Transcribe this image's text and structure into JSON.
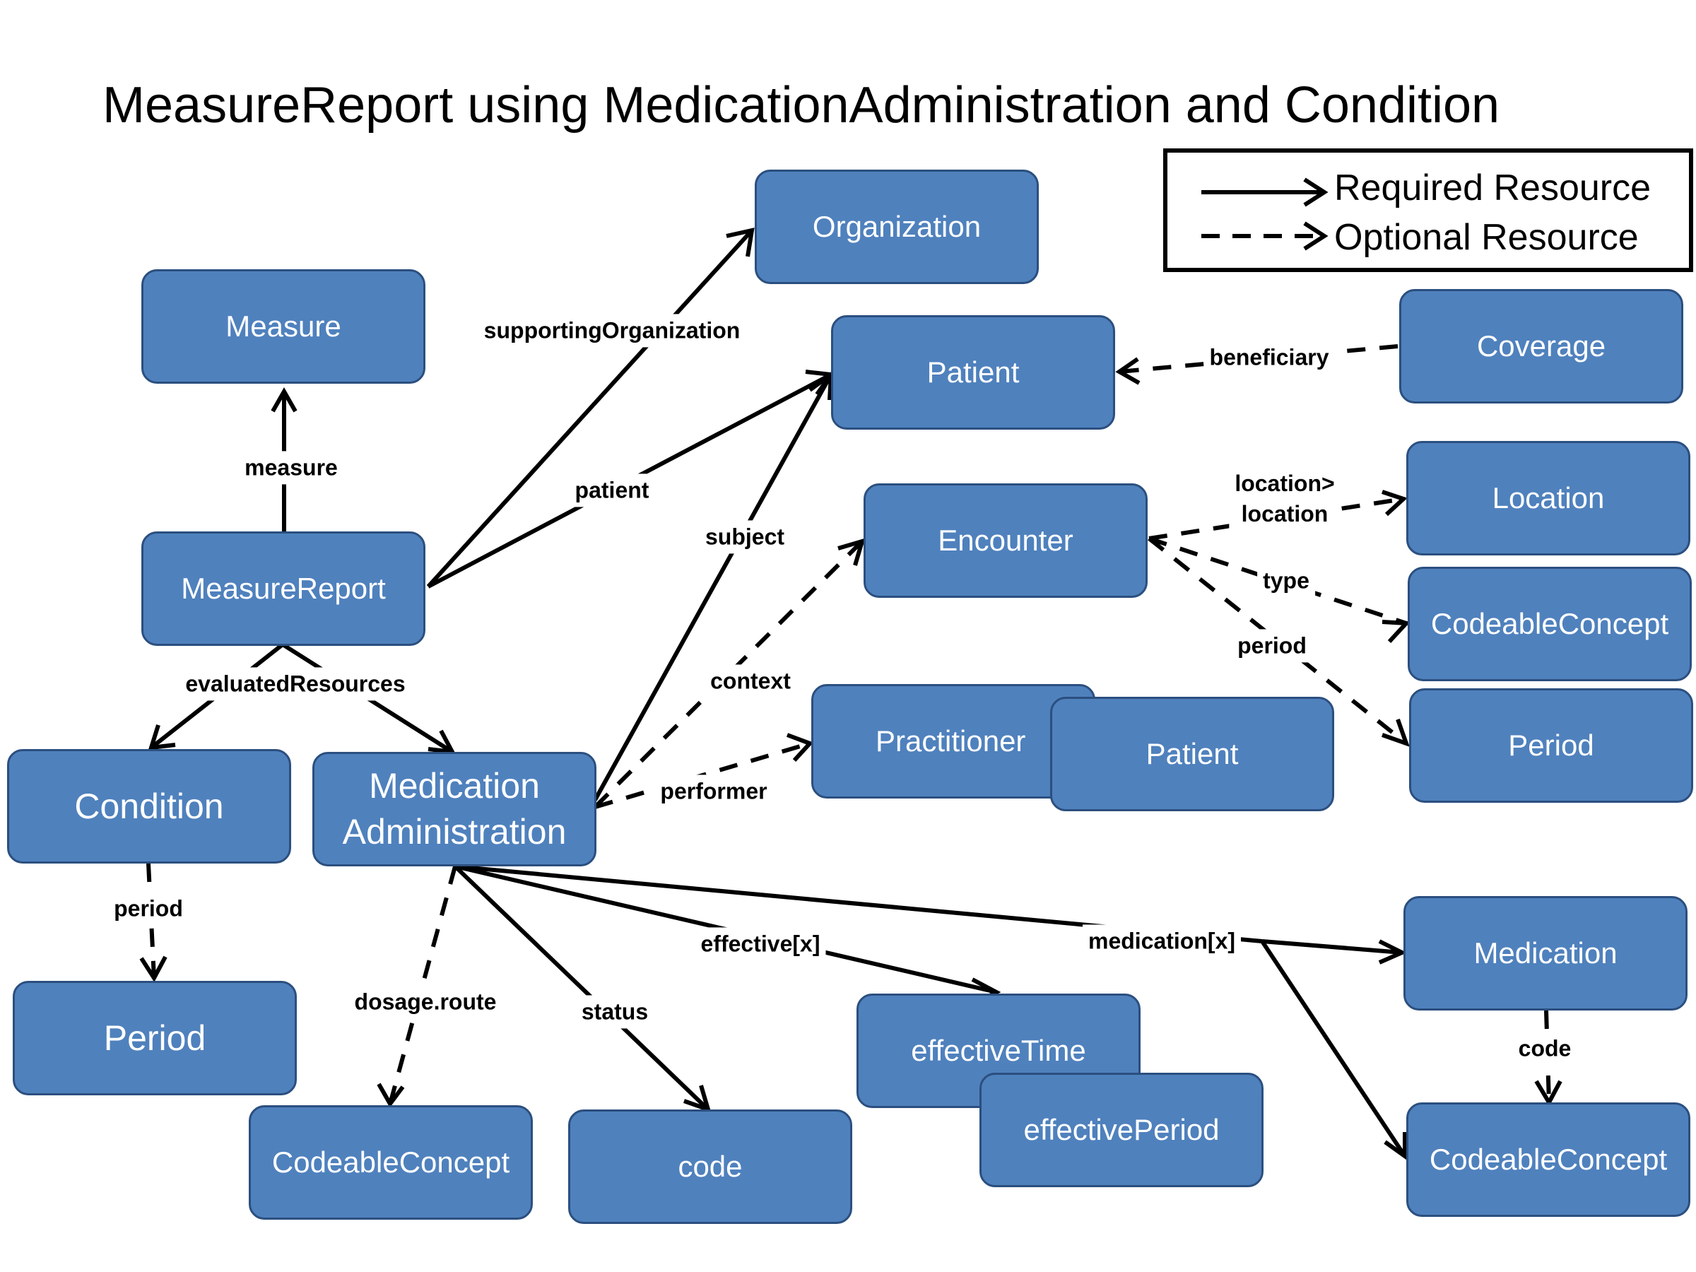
{
  "title": "MeasureReport using MedicationAdministration and Condition",
  "legend": {
    "required": "Required Resource",
    "optional": "Optional Resource"
  },
  "nodes": {
    "organization": "Organization",
    "measure": "Measure",
    "patient": "Patient",
    "coverage": "Coverage",
    "location": "Location",
    "encounter": "Encounter",
    "measurereport": "MeasureReport",
    "encounter_type": "CodeableConcept",
    "practitioner": "Practitioner",
    "performer_patient": "Patient",
    "encounter_period": "Period",
    "condition": "Condition",
    "medication_administration": [
      "Medication",
      "Administration"
    ],
    "condition_period": "Period",
    "medication": "Medication",
    "effective_time": "effectiveTime",
    "effective_period": "effectivePeriod",
    "route_concept": "CodeableConcept",
    "status_code": "code",
    "medication_code": "CodeableConcept"
  },
  "edge_labels": {
    "supporting_organization": "supportingOrganization",
    "measure": "measure",
    "patient": "patient",
    "beneficiary": "beneficiary",
    "location": [
      "location>",
      "location"
    ],
    "subject": "subject",
    "type": "type",
    "period_encounter": "period",
    "evaluated_resources": "evaluatedResources",
    "context": "context",
    "performer": "performer",
    "period_condition": "period",
    "effective": "effective[x]",
    "medication": "medication[x]",
    "dosage_route": "dosage.route",
    "status": "status",
    "code": "code"
  }
}
